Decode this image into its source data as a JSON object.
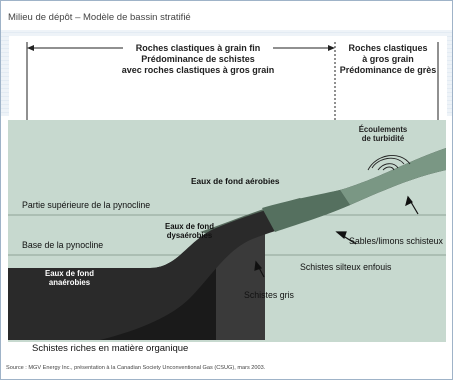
{
  "title": "Milieu de dépôt – Modèle de bassin stratifié",
  "header": {
    "left_lines": [
      "Roches clastiques à grain fin",
      "Prédominance de schistes",
      "avec roches clastiques à gros grain"
    ],
    "right_lines": [
      "Roches clastiques",
      "à gros grain",
      "Prédominance de grès"
    ]
  },
  "diagram": {
    "turbidite_lines": [
      "Écoulements",
      "de turbidité"
    ],
    "eaux_aerobies": "Eaux de fond aérobies",
    "partie_superieure": "Partie supérieure de la pynocline",
    "eaux_dysaerobies_lines": [
      "Eaux de fond",
      "dysaérobies"
    ],
    "base_pynocline": "Base de la pynocline",
    "eaux_anaerobies_lines": [
      "Eaux de fond",
      "anaérobies"
    ],
    "sables_limons": "Sables/limons schisteux",
    "schistes_silteux": "Schistes silteux enfouis",
    "schistes_gris": "Schistes gris",
    "schistes_riches": "Schistes riches en matière organique"
  },
  "source": "Source : MGV Energy Inc., présentation à la Canadian Society Unconventional Gas (CSUG), mars 2003.",
  "colors": {
    "water": "#c7d9cf",
    "organic_shale": "#1a1a1a",
    "grey_shale": "#3a3a3a",
    "silty_shale": "#55705f",
    "sand": "#7a9784",
    "frame": "#9fb3c8"
  }
}
